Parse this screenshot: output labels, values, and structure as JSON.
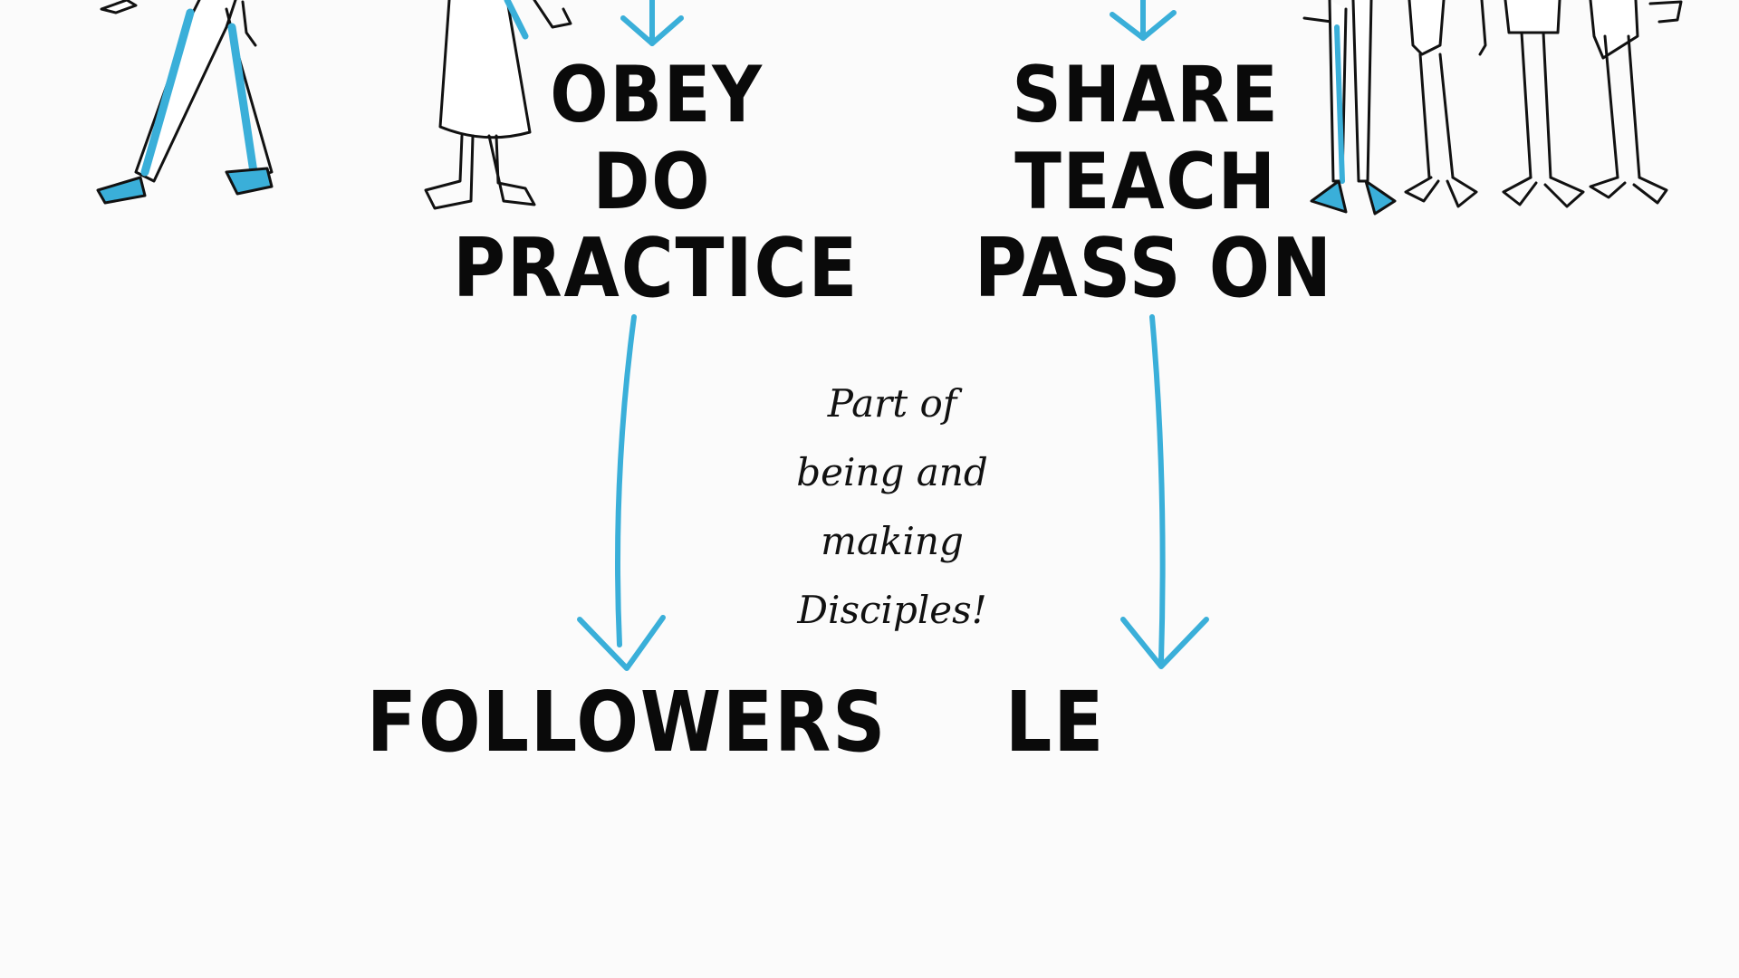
{
  "diagram": {
    "left_column": {
      "words": [
        "OBEY",
        "DO",
        "PRACTICE"
      ],
      "result": "FOLLOWERS"
    },
    "right_column": {
      "words": [
        "SHARE",
        "TEACH",
        "PASS ON"
      ],
      "result": "LE"
    },
    "center_note": {
      "lines": [
        "Part of",
        "being and",
        "making",
        "Disciples!"
      ]
    },
    "colors": {
      "accent": "#3aafd9",
      "ink": "#0a0a0a",
      "background": "#fbfbfb"
    }
  }
}
